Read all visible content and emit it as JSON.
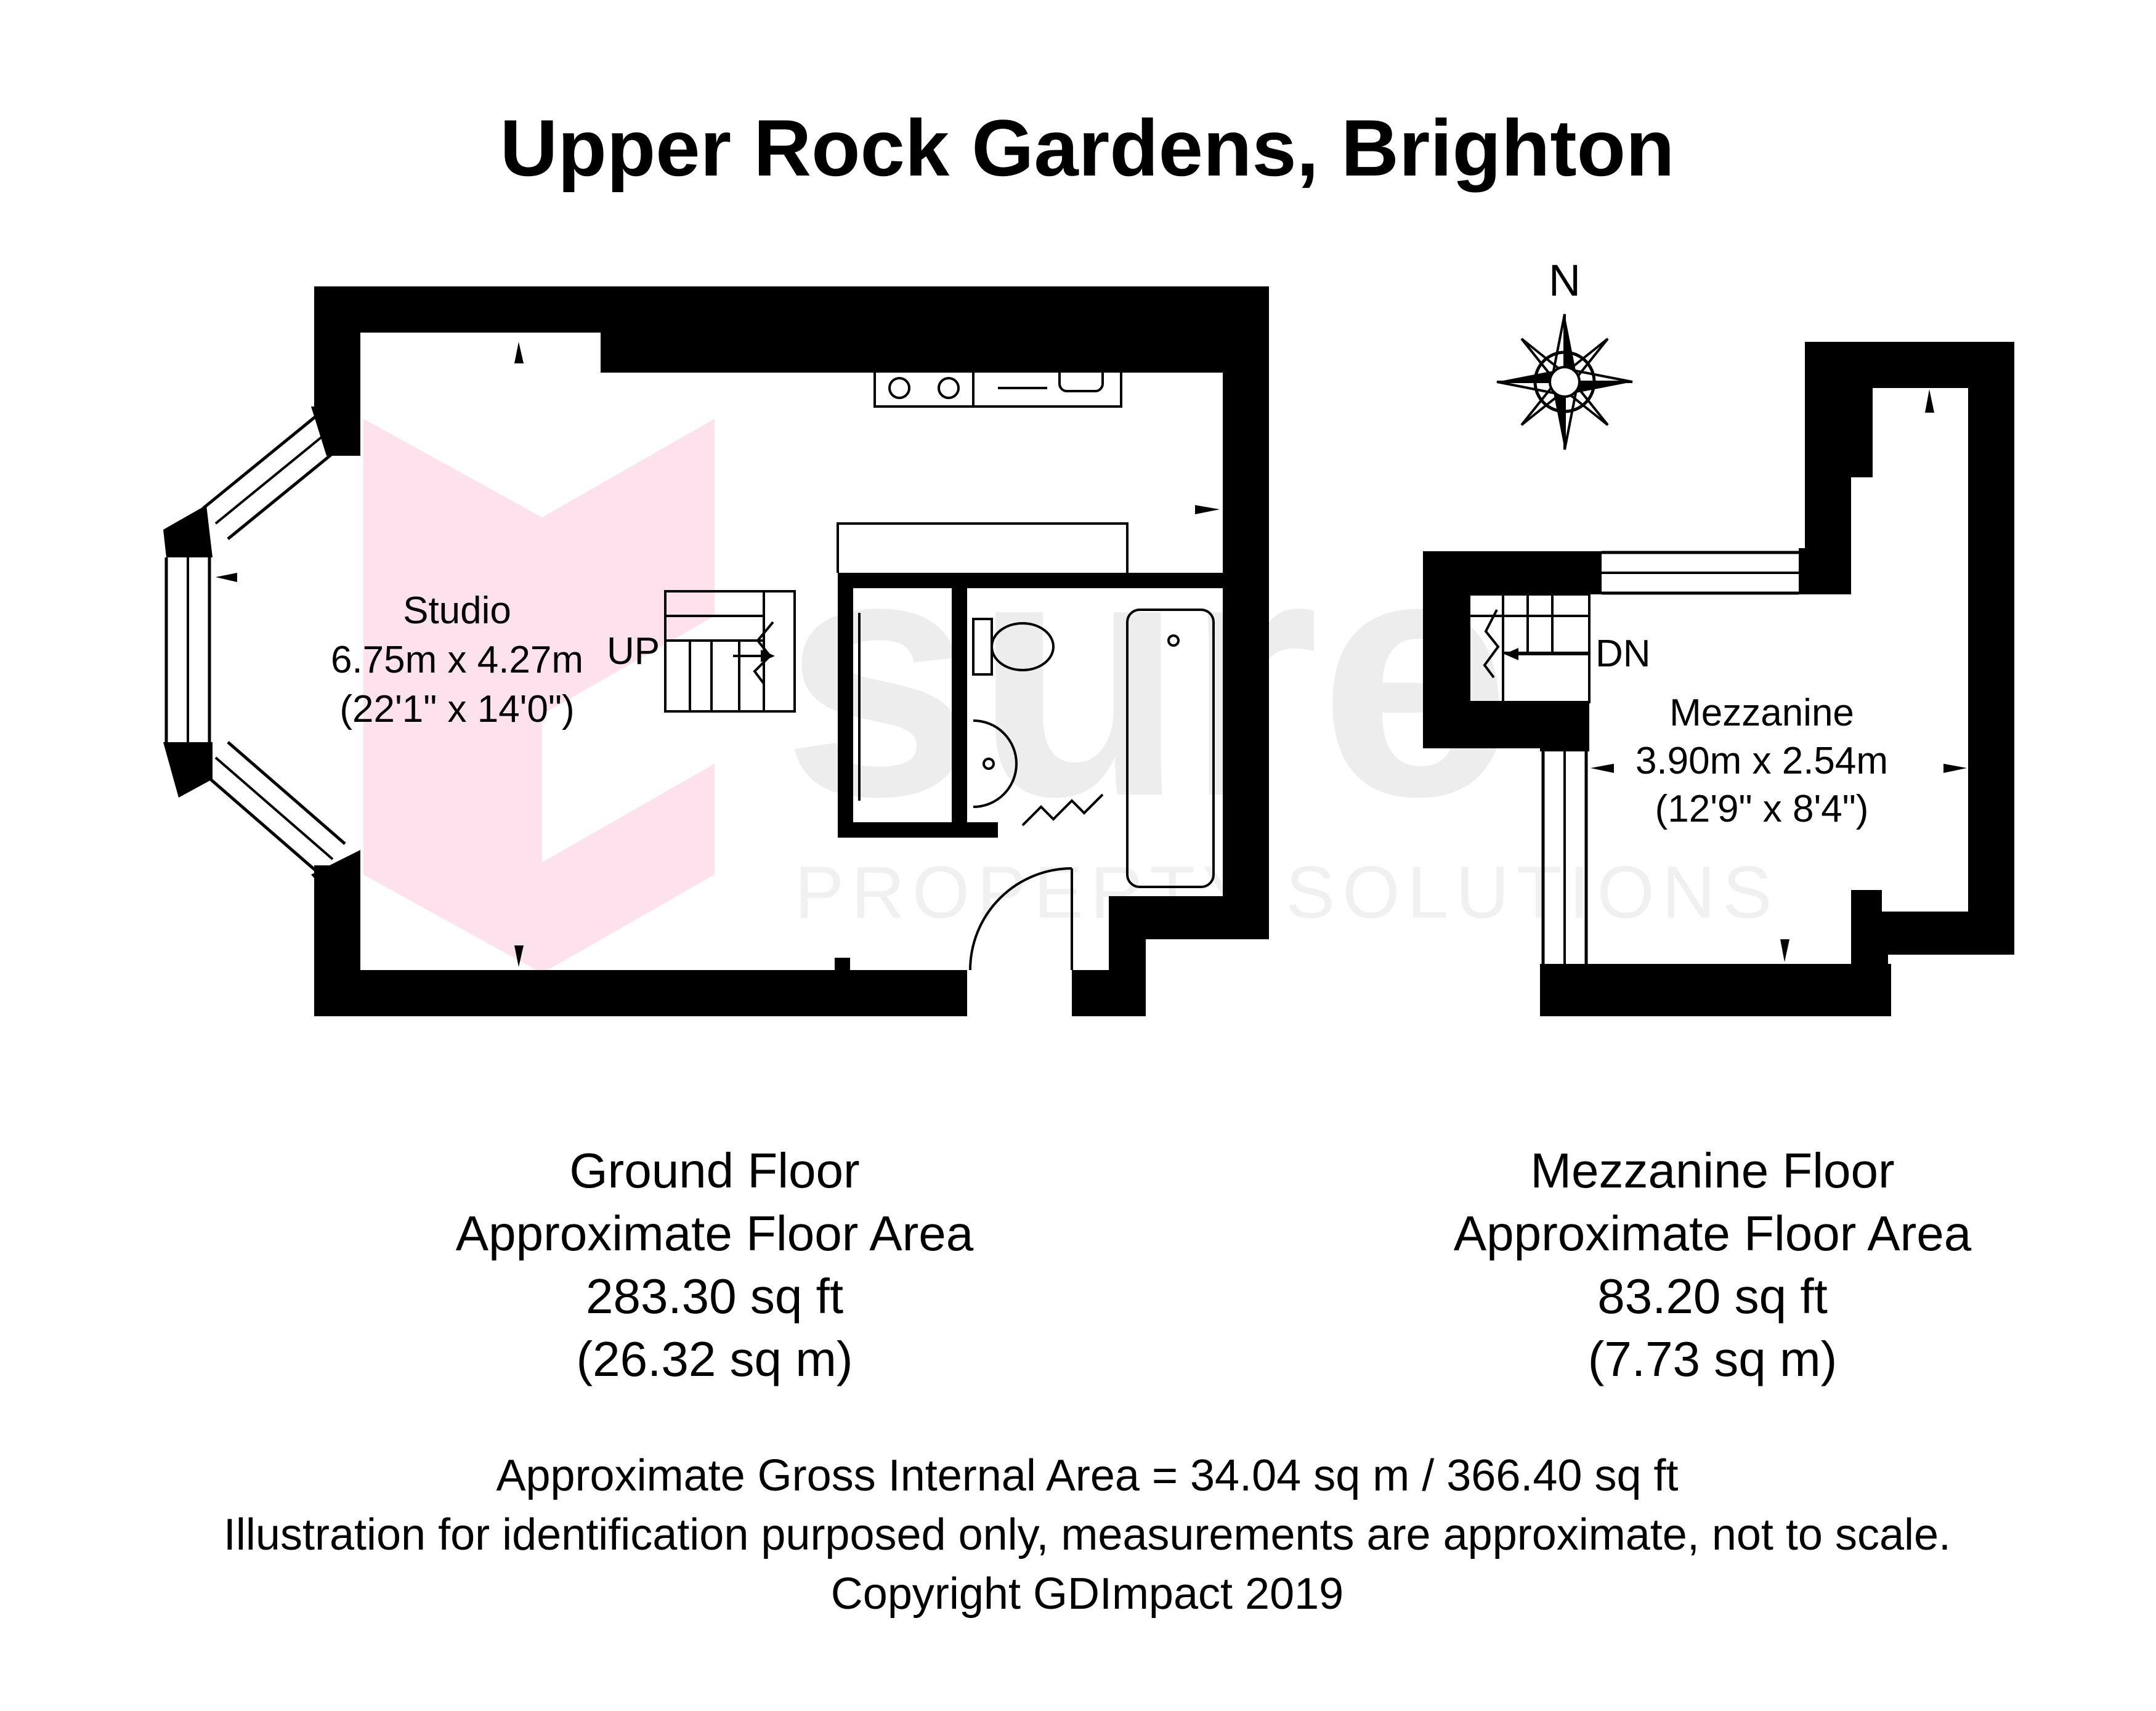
{
  "title": "Upper Rock Gardens, Brighton",
  "compass_label": "N",
  "watermark": {
    "brand": "sure",
    "tagline": "PROPERTY SOLUTIONS"
  },
  "rooms": {
    "studio": {
      "name": "Studio",
      "metric": "6.75m x 4.27m",
      "imperial": "(22'1\" x 14'0\")"
    },
    "mezzanine": {
      "name": "Mezzanine",
      "metric": "3.90m x 2.54m",
      "imperial": "(12'9\" x 8'4\")"
    }
  },
  "stairs": {
    "up_label": "UP",
    "down_label": "DN"
  },
  "floors": {
    "ground": {
      "name": "Ground Floor",
      "area_label": "Approximate Floor Area",
      "sqft": "283.30 sq ft",
      "sqm": "(26.32 sq m)"
    },
    "mezzanine": {
      "name": "Mezzanine Floor",
      "area_label": "Approximate Floor Area",
      "sqft": "83.20 sq ft",
      "sqm": "(7.73 sq m)"
    }
  },
  "footer": {
    "gross": "Approximate Gross Internal Area = 34.04 sq m / 366.40 sq ft",
    "disclaimer": "Illustration for identification purposed only, measurements are approximate, not to scale.",
    "copyright": "Copyright GDImpact 2019"
  },
  "colors": {
    "wall": "#000000",
    "watermark_pink": "#fde2ee",
    "watermark_grey": "#ededed"
  }
}
